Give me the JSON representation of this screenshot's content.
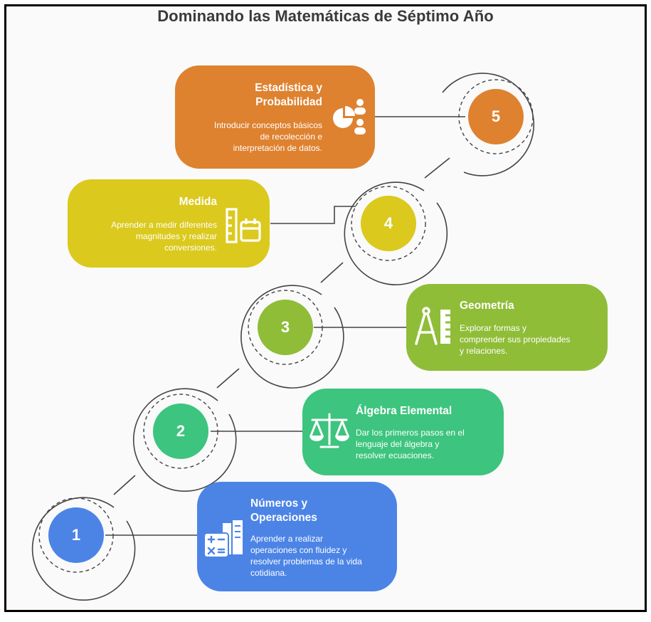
{
  "title": "Dominando las Matemáticas de Séptimo Año",
  "colors": {
    "orange": "#DE8230",
    "yellow": "#DBC91D",
    "lime": "#8FBD38",
    "green": "#3DC47E",
    "blue": "#4C84E6"
  },
  "steps": [
    {
      "number": "1",
      "heading": "Números y Operaciones",
      "heading_line1": "Números y",
      "heading_line2": "Operaciones",
      "description": "Aprender a realizar operaciones con fluidez y resolver problemas de la vida cotidiana.",
      "desc_lines": [
        "Aprender a realizar",
        "operaciones con fluidez y",
        "resolver problemas de la vida",
        "cotidiana."
      ],
      "icon": "calculator-building-icon"
    },
    {
      "number": "2",
      "heading": "Álgebra Elemental",
      "description": "Dar los primeros pasos en el lenguaje del álgebra y resolver ecuaciones.",
      "desc_lines": [
        "Dar los primeros pasos en el",
        "lenguaje del álgebra y",
        "resolver ecuaciones."
      ],
      "icon": "balance-scale-icon"
    },
    {
      "number": "3",
      "heading": "Geometría",
      "description": "Explorar formas y comprender sus propiedades y relaciones.",
      "desc_lines": [
        "Explorar formas y",
        "comprender sus propiedades",
        "y relaciones."
      ],
      "icon": "compass-ruler-icon"
    },
    {
      "number": "4",
      "heading": "Medida",
      "description": "Aprender a medir diferentes magnitudes y realizar conversiones.",
      "desc_lines": [
        "Aprender a medir diferentes",
        "magnitudes y realizar",
        "conversiones."
      ],
      "icon": "measurement-icon"
    },
    {
      "number": "5",
      "heading": "Estadística y Probabilidad",
      "heading_line1": "Estadística y",
      "heading_line2": "Probabilidad",
      "description": "Introducir conceptos básicos de recolección e interpretación de datos.",
      "desc_lines": [
        "Introducir conceptos básicos",
        "de recolección e",
        "interpretación de datos."
      ],
      "icon": "pie-chart-people-icon"
    }
  ]
}
